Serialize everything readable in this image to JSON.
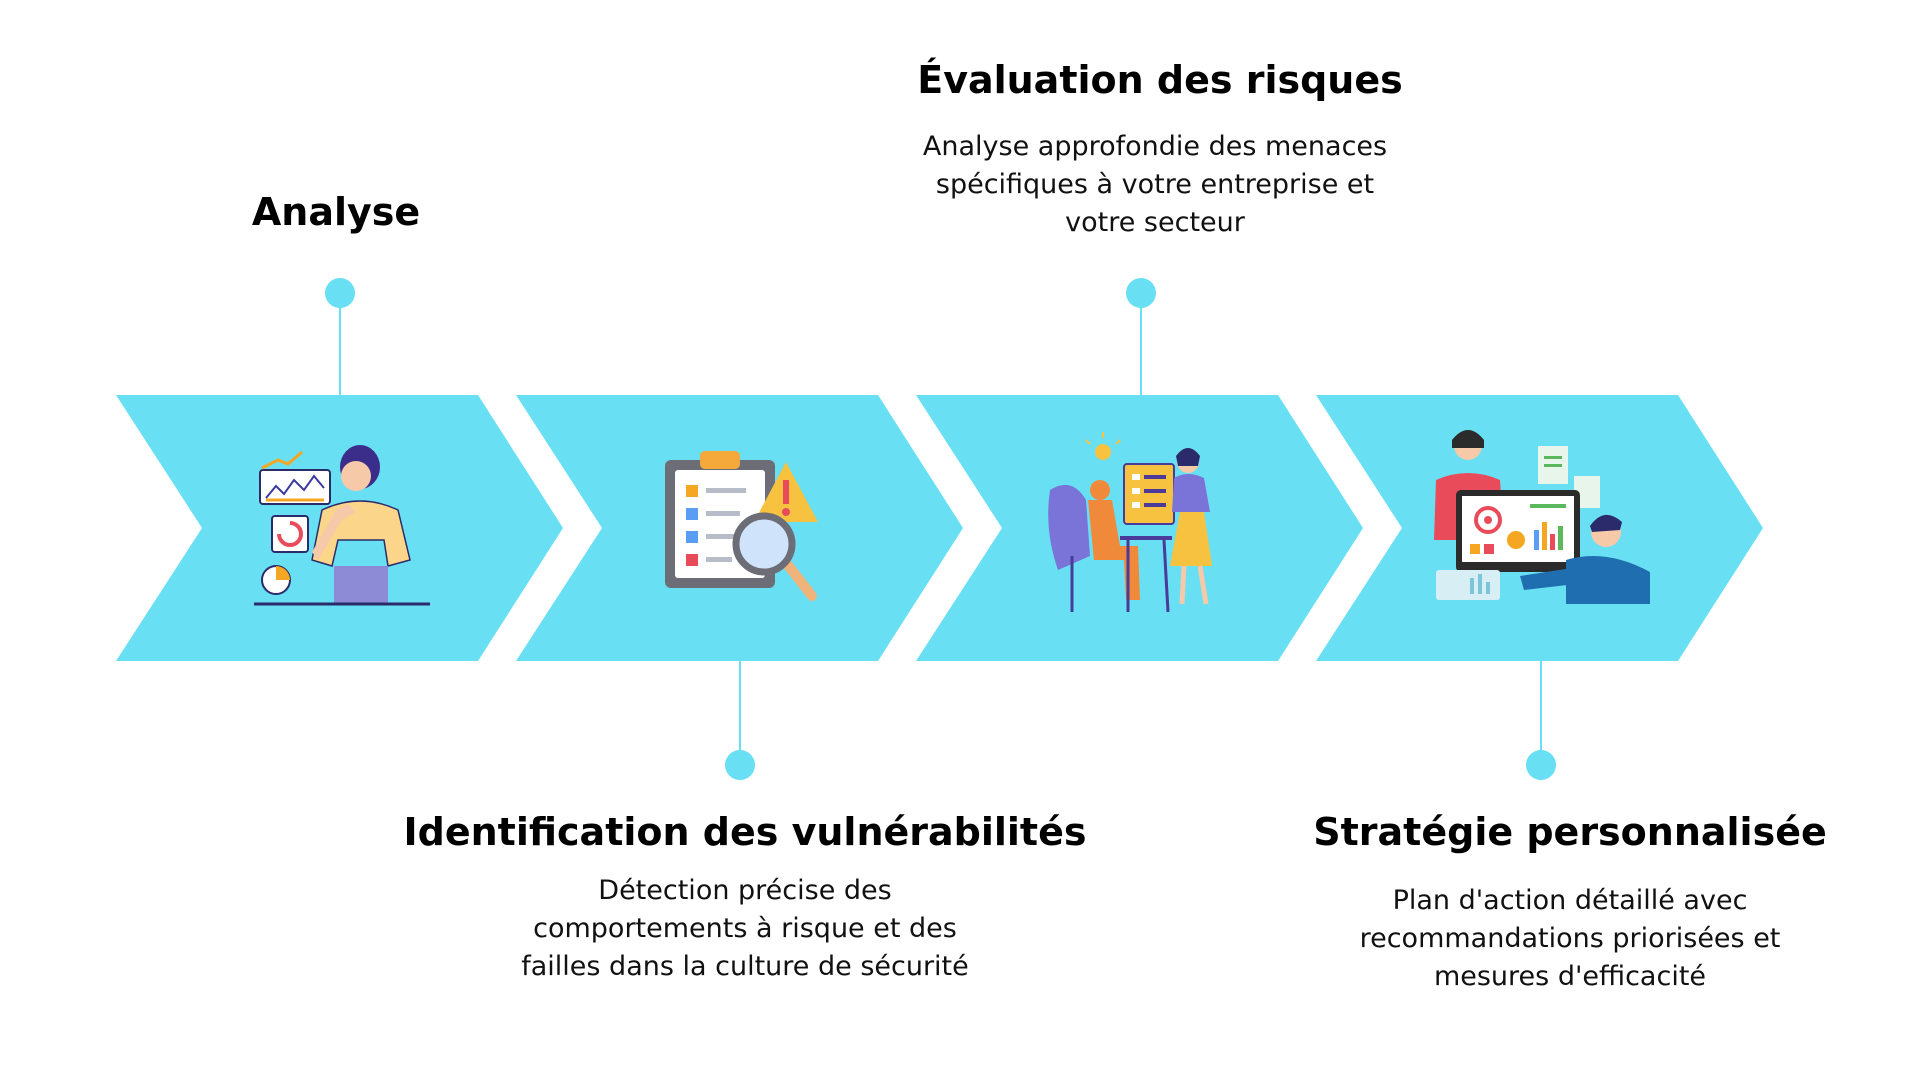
{
  "steps": [
    {
      "title": "Analyse",
      "description": "",
      "icon": "analyst-person-icon"
    },
    {
      "title": "Identification des vulnérabilités",
      "description": "Détection précise des comportements à risque et des failles dans la culture de sécurité",
      "icon": "checklist-warning-magnifier-icon"
    },
    {
      "title": "Évaluation des risques",
      "description": "Analyse approfondie des menaces spécifiques à votre entreprise et votre secteur",
      "icon": "team-meeting-board-icon"
    },
    {
      "title": "Stratégie personnalisée",
      "description": "Plan d'action détaillé avec recommandations priorisées et mesures d'efficacité",
      "icon": "strategy-dashboard-icon"
    }
  ],
  "colors": {
    "chevron": "#69DFF3",
    "connector": "#69DFF3",
    "dot": "#69DFF3",
    "text": "#000000"
  }
}
